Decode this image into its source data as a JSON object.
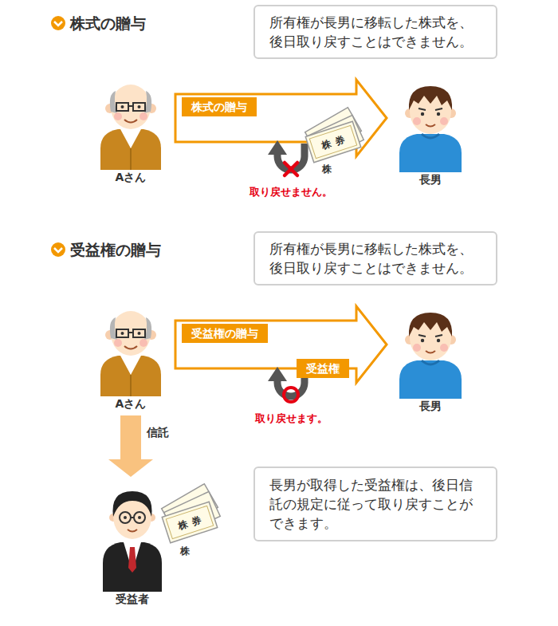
{
  "diagram": {
    "nodes": [
      {
        "text": [
          "所有権が長男に移転した株式を、後日取り戻すことはできません。"
        ]
      },
      {
        "text": [
          "Aさん"
        ]
      },
      {
        "text": [
          "長男"
        ]
      },
      {
        "text": [
          "所有権が長男に移転した株式を、後日取り戻すことはできません。"
        ]
      },
      {
        "text": [
          "Aさん"
        ]
      },
      {
        "text": [
          "長男"
        ]
      },
      {
        "text": [
          "受益者"
        ]
      },
      {
        "text": [
          "長男が取得した受益権は、後日信託の規定に従って取り戻すことができます。"
        ]
      }
    ],
    "edges": [
      {
        "from": 1,
        "to": 2,
        "arrow": "to",
        "label": "株式の贈与"
      },
      {
        "from": 4,
        "to": 5,
        "arrow": "to",
        "label": "受益権の贈与"
      },
      {
        "from": 4,
        "to": 6,
        "arrow": "to",
        "label": "信託"
      }
    ],
    "labels": [
      "株式の贈与",
      "株券",
      "株",
      "取り戻せません。",
      "受益権の贈与",
      "受益権",
      "取り戻せます。",
      "株券",
      "株"
    ]
  }
}
